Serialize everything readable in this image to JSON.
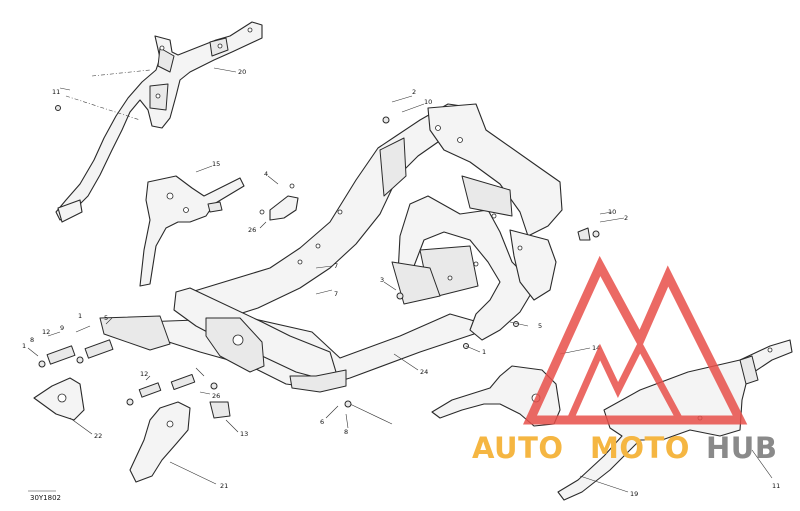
{
  "diagram": {
    "drawing_code": "30Y1802",
    "callouts": [
      {
        "id": "c20",
        "label": "20"
      },
      {
        "id": "c11a",
        "label": "11"
      },
      {
        "id": "c15",
        "label": "15"
      },
      {
        "id": "c2a",
        "label": "2"
      },
      {
        "id": "c10a",
        "label": "10"
      },
      {
        "id": "c4",
        "label": "4"
      },
      {
        "id": "c26a",
        "label": "26"
      },
      {
        "id": "c10b",
        "label": "10"
      },
      {
        "id": "c2b",
        "label": "2"
      },
      {
        "id": "c7a",
        "label": "7"
      },
      {
        "id": "c3",
        "label": "3"
      },
      {
        "id": "c7b",
        "label": "7"
      },
      {
        "id": "c5",
        "label": "5"
      },
      {
        "id": "c1a",
        "label": "1"
      },
      {
        "id": "c14",
        "label": "14"
      },
      {
        "id": "c24",
        "label": "24"
      },
      {
        "id": "c12a",
        "label": "12"
      },
      {
        "id": "c9a",
        "label": "9"
      },
      {
        "id": "c1b",
        "label": "1"
      },
      {
        "id": "c8a",
        "label": "8"
      },
      {
        "id": "c1c",
        "label": "1"
      },
      {
        "id": "c5b",
        "label": "5"
      },
      {
        "id": "c12b",
        "label": "12"
      },
      {
        "id": "c26b",
        "label": "26"
      },
      {
        "id": "c13",
        "label": "13"
      },
      {
        "id": "c22",
        "label": "22"
      },
      {
        "id": "c21",
        "label": "21"
      },
      {
        "id": "c6",
        "label": "6"
      },
      {
        "id": "c8b",
        "label": "8"
      },
      {
        "id": "c11b",
        "label": "11"
      },
      {
        "id": "c19",
        "label": "19"
      }
    ]
  },
  "watermark": {
    "part1": "AUTO",
    "part2": "MOTO",
    "part3": "HUB",
    "colors": {
      "red": "#e8504a",
      "orange": "#f5b642",
      "gray": "#8a8a8a"
    }
  }
}
